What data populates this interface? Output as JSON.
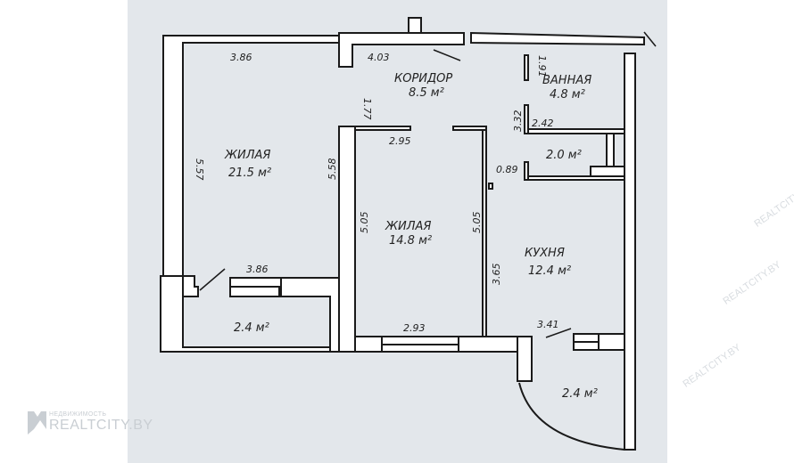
{
  "rooms": [
    {
      "id": "corridor",
      "name": "КОРИДОР",
      "area": "8.5 м²"
    },
    {
      "id": "bathroom",
      "name": "ВАННАЯ",
      "area": "4.8 м²"
    },
    {
      "id": "living1",
      "name": "ЖИЛАЯ",
      "area": "21.5 м²"
    },
    {
      "id": "living2",
      "name": "ЖИЛАЯ",
      "area": "14.8 м²"
    },
    {
      "id": "kitchen",
      "name": "КУХНЯ",
      "area": "12.4 м²"
    },
    {
      "id": "toilet",
      "name": "",
      "area": "2.0 м²"
    },
    {
      "id": "balcony1",
      "name": "",
      "area": "2.4 м²"
    },
    {
      "id": "balcony2",
      "name": "",
      "area": "2.4 м²"
    }
  ],
  "dimensions": {
    "top_left": "3.86",
    "top_corridor": "4.03",
    "bath_top": "1.91",
    "bath_side": "3.32",
    "bath_width": "2.42",
    "corridor_side": "1.77",
    "room2_top": "2.95",
    "room1_side": "5.57",
    "room1_inner": "5.58",
    "room2_left": "5.05",
    "room2_right": "5.05",
    "toilet_gap": "0.89",
    "kitchen_side": "3.65",
    "room1_bottom": "3.86",
    "room2_bottom": "2.93",
    "kitchen_bottom": "3.41"
  },
  "watermark": {
    "small": "НЕДВИЖИМОСТЬ",
    "big": "REALTCITY.BY"
  },
  "colors": {
    "paper": "#e3e7eb",
    "wall": "#1a1a1a"
  }
}
